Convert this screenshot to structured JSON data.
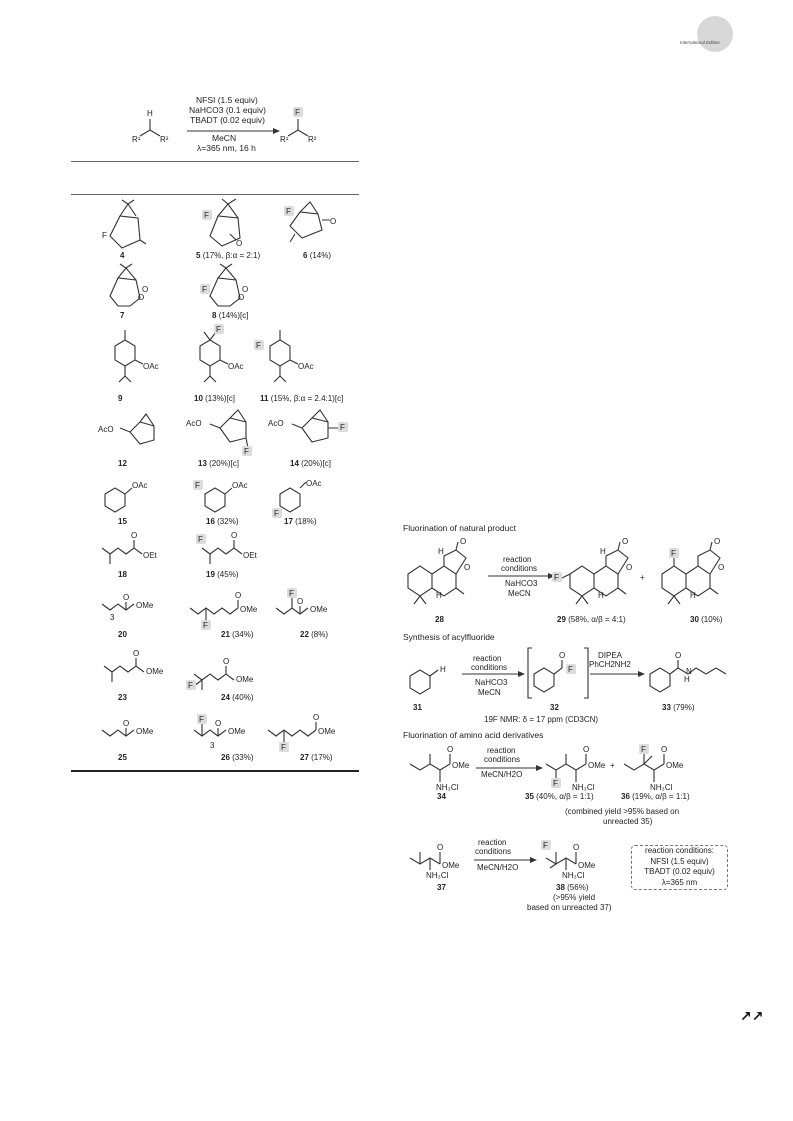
{
  "header": {
    "journal_label": "International Edition"
  },
  "scheme_top": {
    "reagents": [
      "NFSI (1.5 equiv)",
      "NaHCO3 (0.1 equiv)",
      "TBADT (0.02 equiv)"
    ],
    "solvent": "MeCN",
    "conditions": "λ=365 nm, 16 h",
    "substrate_label": "R1 R2",
    "product_label": "R1 R2"
  },
  "table_rows": [
    {
      "substrate": "4",
      "products": [
        {
          "id": "5",
          "yield": "(17%, β:α = 2:1)"
        },
        {
          "id": "6",
          "yield": "(14%)"
        }
      ]
    },
    {
      "substrate": "7",
      "products": [
        {
          "id": "8",
          "yield": "(14%)[c]"
        }
      ]
    },
    {
      "substrate": "9",
      "products": [
        {
          "id": "10",
          "yield": "(13%)[c]"
        },
        {
          "id": "11",
          "yield": "(15%, β:α = 2.4:1)[c]"
        }
      ]
    },
    {
      "substrate": "12",
      "products": [
        {
          "id": "13",
          "yield": "(20%)[c]"
        },
        {
          "id": "14",
          "yield": "(20%)[c]"
        }
      ]
    },
    {
      "substrate": "15",
      "products": [
        {
          "id": "16",
          "yield": "(32%)"
        },
        {
          "id": "17",
          "yield": "(18%)"
        }
      ]
    },
    {
      "substrate": "18",
      "products": [
        {
          "id": "19",
          "yield": "(45%)"
        }
      ]
    },
    {
      "substrate": "20",
      "products": [
        {
          "id": "21",
          "yield": "(34%)"
        },
        {
          "id": "22",
          "yield": "(8%)"
        }
      ]
    },
    {
      "substrate": "23",
      "products": [
        {
          "id": "24",
          "yield": "(40%)"
        }
      ]
    },
    {
      "substrate": "25",
      "products": [
        {
          "id": "26",
          "yield": "(33%)"
        },
        {
          "id": "27",
          "yield": "(17%)"
        }
      ]
    }
  ],
  "section_natural": {
    "title": "Fluorination of natural product",
    "arrow_top": [
      "reaction",
      "conditions"
    ],
    "arrow_bottom": [
      "NaHCO3",
      "MeCN"
    ],
    "compounds": [
      {
        "id": "28",
        "yield": ""
      },
      {
        "id": "29",
        "yield": "(58%, α/β = 4:1)"
      },
      {
        "id": "30",
        "yield": "(10%)"
      }
    ]
  },
  "section_acyl": {
    "title": "Synthesis of acylfluoride",
    "arrow1_top": [
      "reaction",
      "conditions"
    ],
    "arrow1_bottom": [
      "NaHCO3",
      "MeCN"
    ],
    "arrow2_top": [
      "DIPEA",
      "PhCH2NH2"
    ],
    "nmr": "19F NMR: δ = 17 ppm (CD3CN)",
    "compounds": [
      {
        "id": "31"
      },
      {
        "id": "32"
      },
      {
        "id": "33",
        "yield": "(79%)"
      }
    ]
  },
  "section_amino": {
    "title": "Fluorination of amino acid derivatives",
    "arrow_top": [
      "reaction",
      "conditions"
    ],
    "arrow_bottom": "MeCN/H2O",
    "compounds": [
      {
        "id": "34"
      },
      {
        "id": "35",
        "yield": "(40%, α/β = 1:1)"
      },
      {
        "id": "36",
        "yield": "(19%, α/β = 1:1)"
      }
    ],
    "combined_note": [
      "(combined yield >95% based on",
      "unreacted 35)"
    ],
    "second": {
      "compounds": [
        {
          "id": "37"
        },
        {
          "id": "38",
          "yield": "(56%)"
        }
      ],
      "note": [
        "(>95% yield",
        "based on unreacted 37)"
      ]
    },
    "conditions_box": [
      "reaction conditions:",
      "NFSI (1.5 equiv)",
      "TBADT (0.02 equiv)",
      "λ=365 nm"
    ]
  },
  "footer": {
    "arrows": "↗↗"
  }
}
